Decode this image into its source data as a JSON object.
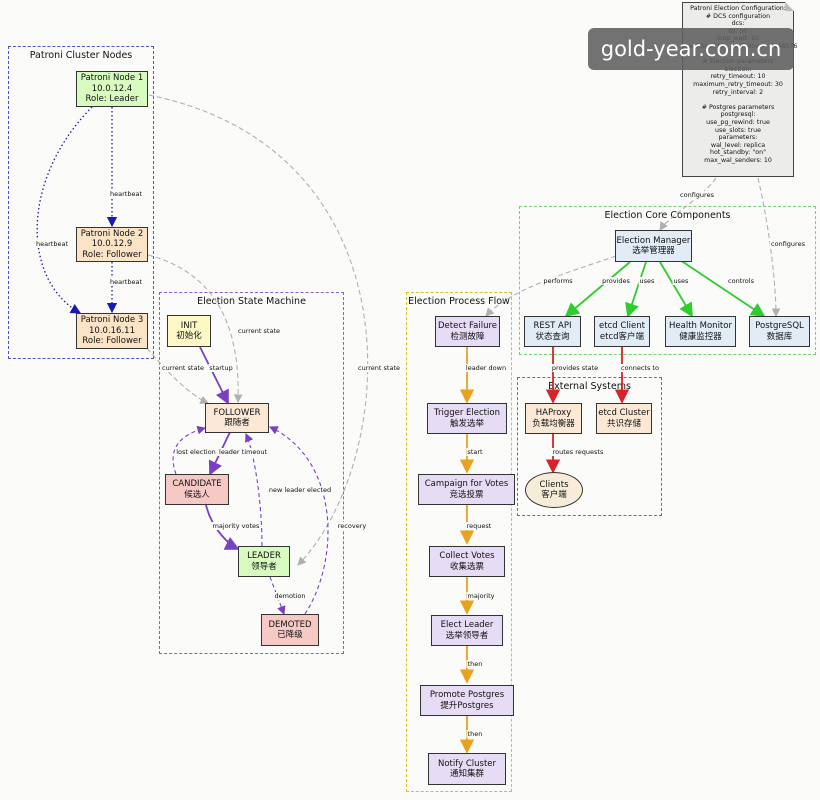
{
  "watermark": "gold-year.com.cn",
  "clusters": {
    "patroni_nodes": "Patroni Cluster Nodes",
    "state_machine": "Election State Machine",
    "process_flow": "Election Process Flow",
    "core_components": "Election Core Components",
    "external_systems": "External Systems"
  },
  "nodes": {
    "node1": {
      "l1": "Patroni Node 1",
      "l2": "10.0.12.4",
      "l3": "Role: Leader"
    },
    "node2": {
      "l1": "Patroni Node 2",
      "l2": "10.0.12.9",
      "l3": "Role: Follower"
    },
    "node3": {
      "l1": "Patroni Node 3",
      "l2": "10.0.16.11",
      "l3": "Role: Follower"
    },
    "init": {
      "l1": "INIT",
      "l2": "初始化"
    },
    "follower": {
      "l1": "FOLLOWER",
      "l2": "跟随者"
    },
    "candidate": {
      "l1": "CANDIDATE",
      "l2": "候选人"
    },
    "leader": {
      "l1": "LEADER",
      "l2": "领导者"
    },
    "demoted": {
      "l1": "DEMOTED",
      "l2": "已降级"
    },
    "detect": {
      "l1": "Detect Failure",
      "l2": "检测故障"
    },
    "trigger": {
      "l1": "Trigger Election",
      "l2": "触发选举"
    },
    "campaign": {
      "l1": "Campaign for Votes",
      "l2": "竞选投票"
    },
    "collect": {
      "l1": "Collect Votes",
      "l2": "收集选票"
    },
    "elect": {
      "l1": "Elect Leader",
      "l2": "选举领导者"
    },
    "promote": {
      "l1": "Promote Postgres",
      "l2": "提升Postgres"
    },
    "notify": {
      "l1": "Notify Cluster",
      "l2": "通知集群"
    },
    "manager": {
      "l1": "Election Manager",
      "l2": "选举管理器"
    },
    "restapi": {
      "l1": "REST API",
      "l2": "状态查询"
    },
    "etcdclient": {
      "l1": "etcd Client",
      "l2": "etcd客户端"
    },
    "health": {
      "l1": "Health Monitor",
      "l2": "健康监控器"
    },
    "postgres": {
      "l1": "PostgreSQL",
      "l2": "数据库"
    },
    "haproxy": {
      "l1": "HAProxy",
      "l2": "负载均衡器"
    },
    "etcdcluster": {
      "l1": "etcd Cluster",
      "l2": "共识存储"
    },
    "clients": {
      "l1": "Clients",
      "l2": "客户端"
    }
  },
  "edges": {
    "hb_1_2": "heartbeat",
    "hb_1_3": "heartbeat",
    "hb_2_3": "heartbeat",
    "cur_state_n2": "current state",
    "cur_state_n3": "current state",
    "cur_state_n1": "current state",
    "startup": "startup",
    "lost_election": "lost election",
    "leader_timeout": "leader timeout",
    "majority_votes": "majority votes",
    "new_leader": "new leader elected",
    "demotion": "demotion",
    "recovery": "recovery",
    "leader_down": "leader down",
    "start": "start",
    "request": "request",
    "majority": "majority",
    "then1": "then",
    "then2": "then",
    "performs": "performs",
    "provides": "provides",
    "uses1": "uses",
    "uses2": "uses",
    "controls": "controls",
    "configures1": "configures",
    "configures2": "configures",
    "provides_state": "provides state",
    "connects_to": "connects to",
    "routes_requests": "routes requests"
  },
  "config_note": {
    "lines": [
      "Patroni Election Configuration:",
      "# DCS configuration",
      "dcs:",
      "ttl: 30",
      "loop_wait: 10",
      "maximum_lag_on_failover: 1048576",
      "",
      "# Election parameters",
      "election:",
      "retry_timeout: 10",
      "maximum_retry_timeout: 30",
      "retry_interval: 2",
      "",
      "# Postgres parameters",
      "postgresql:",
      "use_pg_rewind: true",
      "use_slots: true",
      "parameters:",
      "wal_level: replica",
      "hot_standby: \"on\"",
      "max_wal_senders: 10"
    ]
  },
  "colors": {
    "heartbeat": "#1a1ab0",
    "state_transition": "#7b3fc4",
    "process": "#e8a21c",
    "component": "#2ecc2e",
    "external": "#d8232a",
    "dashed_gray": "#b0b0b0"
  }
}
